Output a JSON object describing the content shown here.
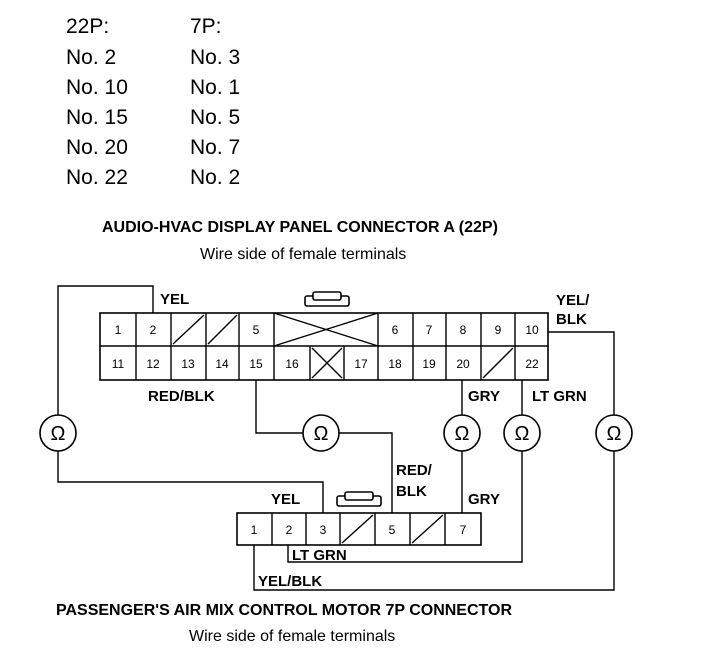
{
  "pin_table": {
    "header_22p": "22P:",
    "header_7p": "7P:",
    "rows": [
      {
        "p22": "No. 2",
        "p7": "No. 3"
      },
      {
        "p22": "No. 10",
        "p7": "No. 1"
      },
      {
        "p22": "No. 15",
        "p7": "No. 5"
      },
      {
        "p22": "No. 20",
        "p7": "No. 7"
      },
      {
        "p22": "No. 22",
        "p7": "No. 2"
      }
    ]
  },
  "connector_a": {
    "title": "AUDIO-HVAC DISPLAY PANEL CONNECTOR A (22P)",
    "subtitle": "Wire side of female terminals",
    "top_row": [
      "1",
      "2",
      "",
      "",
      "5",
      "",
      "6",
      "7",
      "8",
      "9",
      "10"
    ],
    "bottom_row": [
      "11",
      "12",
      "13",
      "14",
      "15",
      "16",
      "",
      "17",
      "18",
      "19",
      "20",
      "",
      "22"
    ]
  },
  "connector_b": {
    "title": "PASSENGER'S AIR MIX CONTROL MOTOR 7P CONNECTOR",
    "subtitle": "Wire side of female terminals",
    "cells": [
      "1",
      "2",
      "3",
      "",
      "5",
      "",
      "7"
    ]
  },
  "wire_labels": {
    "yel_top": "YEL",
    "yel_blk_top_1": "YEL/",
    "yel_blk_top_2": "BLK",
    "red_blk_top": "RED/BLK",
    "gry_top": "GRY",
    "lt_grn_top": "LT GRN",
    "red_blk_mid_1": "RED/",
    "red_blk_mid_2": "BLK",
    "yel_bottom": "YEL",
    "gry_bottom": "GRY",
    "lt_grn_bottom": "LT GRN",
    "yel_blk_bottom": "YEL/BLK"
  },
  "ohm_symbol": "Ω"
}
